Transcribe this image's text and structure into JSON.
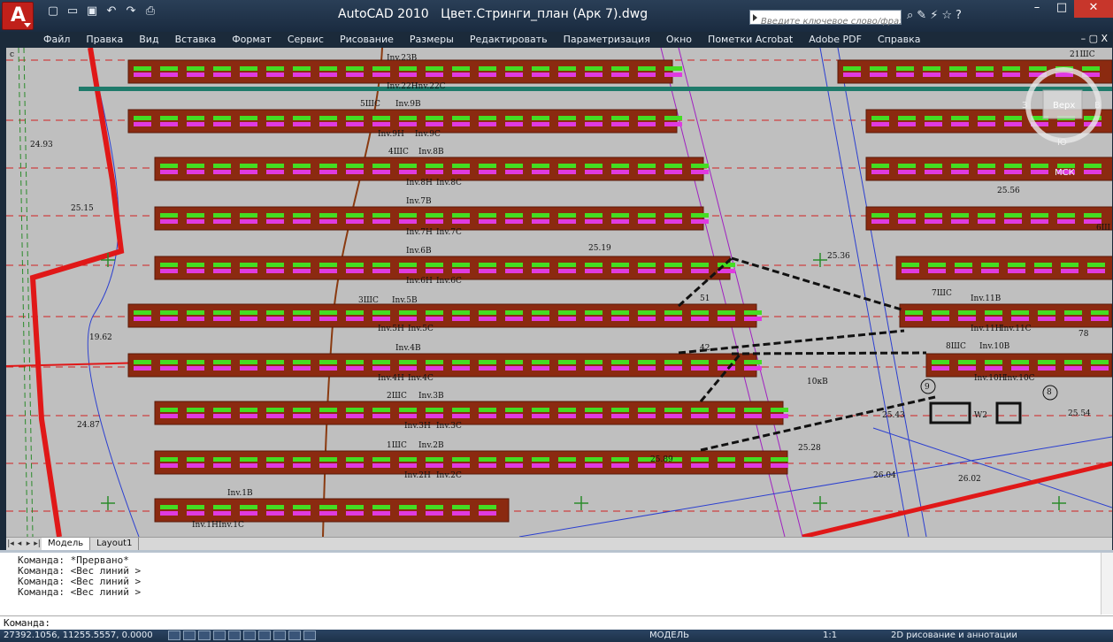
{
  "app": {
    "title": "AutoCAD 2010",
    "file": "Цвет.Стринги_план (Арк 7).dwg"
  },
  "search": {
    "placeholder": "Введите ключевое слово/фразу"
  },
  "menu": [
    "Файл",
    "Правка",
    "Вид",
    "Вставка",
    "Формат",
    "Сервис",
    "Рисование",
    "Размеры",
    "Редактировать",
    "Параметризация",
    "Окно",
    "Пометки Acrobat",
    "Adobe PDF",
    "Справка"
  ],
  "tabs": [
    {
      "label": "Модель",
      "active": true
    },
    {
      "label": "Layout1",
      "active": false
    }
  ],
  "viewcube": {
    "top": "Верх",
    "south": "Ю",
    "west": "З",
    "east": "В",
    "wcs": "МСК"
  },
  "command": {
    "history": [
      "Команда: *Прервано*",
      "Команда:  <Вес линий >",
      "Команда:  <Вес линий >",
      "Команда:  <Вес линий >"
    ],
    "prompt": "Команда:"
  },
  "status": {
    "coords": "27392.1056, 11255.5557, 0.0000",
    "space": "МОДЕЛЬ",
    "annoscale": "1:1",
    "workspace": "2D рисование и аннотации"
  },
  "drawing": {
    "labels": [
      "Inv.23B",
      "Inv.22H",
      "Inv.22C",
      "5ШС",
      "Inv.9B",
      "Inv.9H",
      "Inv.9C",
      "4ШС",
      "Inv.8B",
      "Inv.8H",
      "Inv.8C",
      "Inv.7B",
      "Inv.7H",
      "Inv.7C",
      "Inv.6B",
      "Inv.6H",
      "Inv.6C",
      "3ШС",
      "Inv.5B",
      "Inv.5H",
      "Inv.5C",
      "Inv.4B",
      "Inv.4H",
      "Inv.4C",
      "2ШС",
      "Inv.3B",
      "Inv.3H",
      "Inv.3C",
      "1ШС",
      "Inv.2B",
      "Inv.2H",
      "Inv.2C",
      "Inv.1B",
      "Inv.1H",
      "Inv.1C",
      "21ШС",
      "6Ш",
      "7ШС",
      "Inv.11B",
      "Inv.11H",
      "Inv.11C",
      "8ШС",
      "Inv.10B",
      "Inv.10H",
      "Inv.10C",
      "W2",
      "10кВ",
      "24.93",
      "25.15",
      "24.87",
      "25.19",
      "25.36",
      "25.56",
      "25.43",
      "25.54",
      "25.28",
      "26.04",
      "26.02",
      "25.89",
      "78",
      "51",
      "42",
      "9",
      "8",
      "c",
      "19.62"
    ]
  },
  "colors": {
    "accent": "#c0201a",
    "drawing_bg": "#bfbfbf",
    "string_fill": "#8b2a10"
  }
}
